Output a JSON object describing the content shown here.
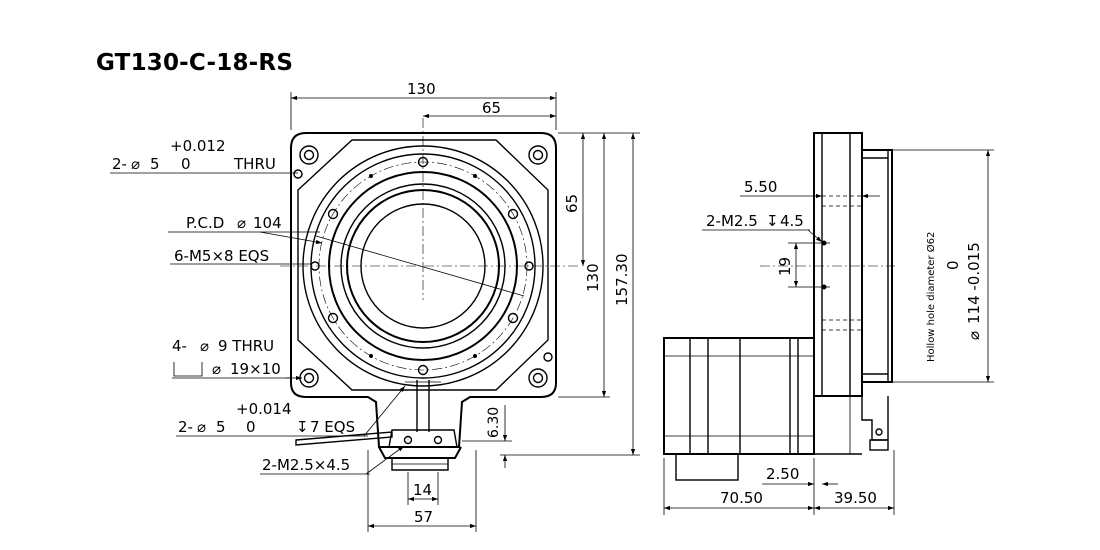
{
  "title": "GT130-C-18-RS",
  "front_view": {
    "dim_width": "130",
    "dim_half_width": "65",
    "dim_half_height": "65",
    "dim_height": "130",
    "dim_total_height": "157.30",
    "dim_base_offset": "6.30",
    "dim_slot_width": "14",
    "dim_base_width": "57",
    "note_pin_hole_1": {
      "prefix": "2-",
      "dia": "5",
      "tol_upper": "+0.012",
      "tol_lower": "0",
      "suffix": "THRU"
    },
    "note_pcd": {
      "prefix": "P.C.D",
      "value": "104"
    },
    "note_tapped": "6-M5×8 EQS",
    "note_thru_holes": {
      "prefix": "4-",
      "dia": "9 THRU"
    },
    "note_counterbore": "19×10",
    "note_pin_hole_2": {
      "prefix": "2-",
      "dia": "5",
      "tol_upper": "+0.014",
      "tol_lower": "0",
      "depth": "7 EQS"
    },
    "note_base_tap": "2-M2.5×4.5"
  },
  "side_view": {
    "dim_offset": "5.50",
    "note_side_tap": {
      "label": "2-M2.5",
      "depth": "4.5"
    },
    "dim_pitch": "19",
    "hollow_note": "Hollow hole diameter Ø62",
    "dim_spigot_tol_upper": "0",
    "dim_spigot": "114 -0.015",
    "dim_motor_length": "70.50",
    "dim_flange_gap": "2.50",
    "dim_body_width": "39.50"
  },
  "symbols": {
    "diameter": "⌀",
    "depth": "↧"
  }
}
